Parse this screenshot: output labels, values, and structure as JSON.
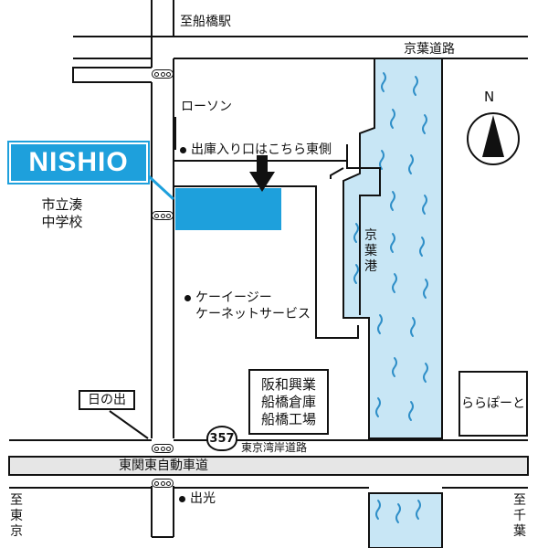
{
  "place_labels": {
    "to_funabashi_station": "至船橋駅",
    "keiyo_road": "京葉道路",
    "lawson": "ローソン",
    "delivery_entrance": "出庫入り口はこちら東側",
    "nishio_logo": "NISHIO",
    "ichiritsu_minato_jhs": "市立湊\n中学校",
    "keiyo_port": "京葉港",
    "k_eiji": "ケーイージー",
    "k_net_service": "ケーネットサービス",
    "hanwa_kogyo": "阪和興業\n船橋倉庫\n船橋工場",
    "hinode": "日の出",
    "lalaport": "ららぽーと",
    "route_number": "357",
    "tokyo_bay_road": "東京湾岸道路",
    "higashi_kanto_expressway": "東関東自動車道",
    "ideko": "出光",
    "to_tokyo": "至東京",
    "to_chiba": "至千葉",
    "north": "N"
  },
  "colors": {
    "water": "#c8e6f5",
    "nishio_blue": "#1ea0dc",
    "expressway": "#e6e6e6",
    "line": "#111111"
  },
  "icons": [
    "compass-icon",
    "traffic-signal-icon",
    "down-arrow-icon",
    "route-shield-icon",
    "waves-icon"
  ]
}
